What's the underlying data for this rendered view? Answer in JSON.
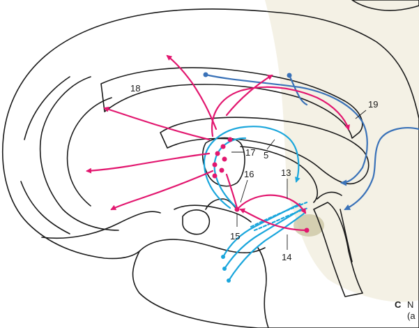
{
  "labels": {
    "l18": "18",
    "l19": "19",
    "l17": "17",
    "l5": "5",
    "l16": "16",
    "l13": "13",
    "l15": "15",
    "l14": "14"
  },
  "caption": {
    "letter": "C",
    "line1": "N",
    "line2": "(a"
  },
  "colors": {
    "magenta": "#e2176f",
    "cyan": "#1aa6dc",
    "blue": "#3a72b8",
    "brain_fill": "#f2efdd",
    "shadow": "#e8e4cd"
  }
}
